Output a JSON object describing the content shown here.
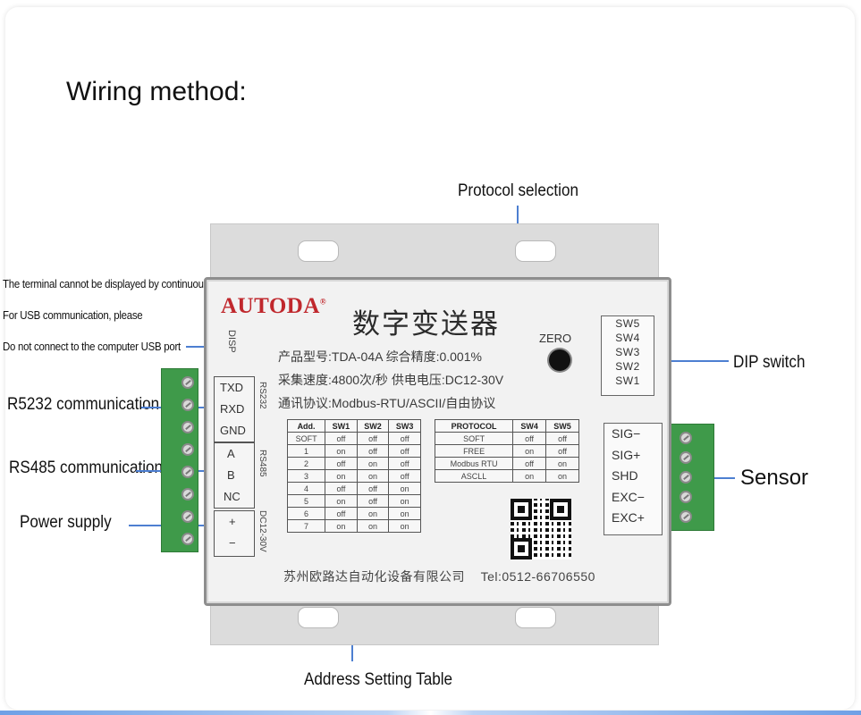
{
  "title": "Wiring method:",
  "notes": [
    "The terminal cannot be displayed by continuous pressing",
    "For USB communication, please",
    "Do not connect to the computer USB port"
  ],
  "labels": {
    "rs232": "R5232 communication",
    "rs485": "RS485 communication",
    "power": "Power supply",
    "protocol": "Protocol selection",
    "dip": "DIP switch",
    "sensor": "Sensor",
    "address_table": "Address Setting Table"
  },
  "device": {
    "brand": "AUTODA",
    "brand_mark": "®",
    "product_name": "数字变送器",
    "zero": "ZERO",
    "disp": "DISP",
    "spec_line1": "产品型号:TDA-04A  综合精度:0.001%",
    "spec_line2": "采集速度:4800次/秒  供电电压:DC12-30V",
    "spec_line3": "通讯协议:Modbus-RTU/ASCII/自由协议",
    "left_pins": [
      "TXD",
      "RXD",
      "GND",
      "A",
      "B",
      "NC",
      "+",
      "−"
    ],
    "side_marks": [
      "RS232",
      "RS485",
      "DC12-30V"
    ],
    "dip_labels": [
      "SW5",
      "SW4",
      "SW3",
      "SW2",
      "SW1"
    ],
    "sensor_pins": [
      "SIG−",
      "SIG+",
      "SHD",
      "EXC−",
      "EXC+"
    ],
    "footer_company": "苏州欧路达自动化设备有限公司",
    "footer_tel": "Tel:0512-66706550"
  },
  "address_table": {
    "headers": [
      "Add.",
      "SW1",
      "SW2",
      "SW3"
    ],
    "rows": [
      [
        "SOFT",
        "off",
        "off",
        "off"
      ],
      [
        "1",
        "on",
        "off",
        "off"
      ],
      [
        "2",
        "off",
        "on",
        "off"
      ],
      [
        "3",
        "on",
        "on",
        "off"
      ],
      [
        "4",
        "off",
        "off",
        "on"
      ],
      [
        "5",
        "on",
        "off",
        "on"
      ],
      [
        "6",
        "off",
        "on",
        "on"
      ],
      [
        "7",
        "on",
        "on",
        "on"
      ]
    ]
  },
  "protocol_table": {
    "headers": [
      "PROTOCOL",
      "SW4",
      "SW5"
    ],
    "rows": [
      [
        "SOFT",
        "off",
        "off"
      ],
      [
        "FREE",
        "on",
        "off"
      ],
      [
        "Modbus RTU",
        "off",
        "on"
      ],
      [
        "ASCLL",
        "on",
        "on"
      ]
    ]
  },
  "colors": {
    "leader_line": "#4d7fd1",
    "brand": "#c0282d",
    "terminal": "#3f9a4a"
  }
}
